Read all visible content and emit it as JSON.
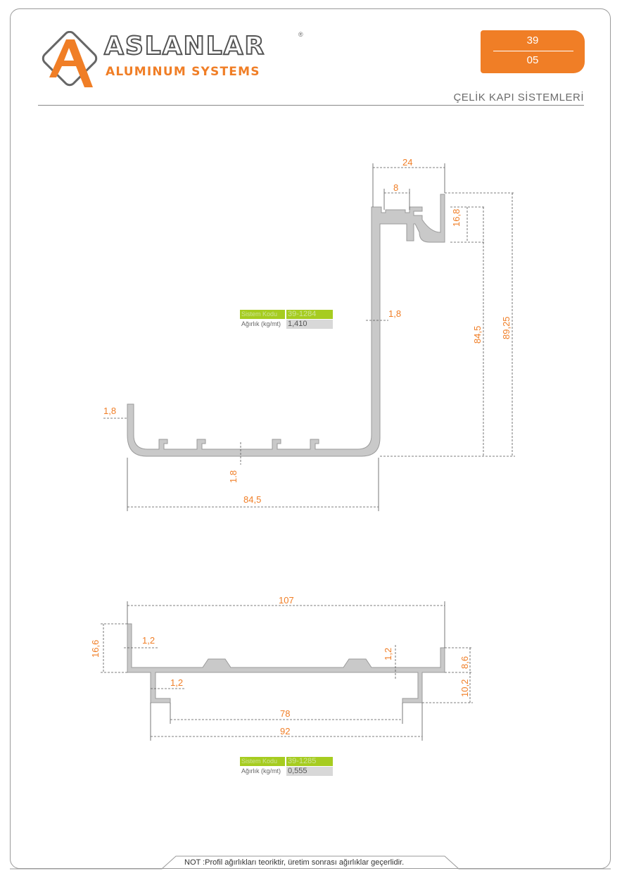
{
  "brand": {
    "name": "ASLANLAR",
    "subtitle": "ALUMINUM SYSTEMS",
    "reg_mark": "®"
  },
  "page_tab": {
    "top": "39",
    "bottom": "05",
    "color": "#f07e26"
  },
  "section_title": "ÇELİK KAPI SİSTEMLERİ",
  "profile_1": {
    "dims": {
      "width_top": "24",
      "slot": "8",
      "lip_height": "16,8",
      "wall_vertical": "1,8",
      "inner_height": "84,5",
      "total_height": "89,25",
      "lip_left": "1,8",
      "wall_bottom": "1.8",
      "width_bottom": "84,5"
    },
    "info": {
      "code_label": "Sistem Kodu",
      "code": "39-1284",
      "weight_label": "Ağırlık (kg/mt)",
      "weight": "1,410"
    }
  },
  "profile_2": {
    "dims": {
      "total_width": "107",
      "left_height": "16,6",
      "wall_top_left": "1,2",
      "wall_right": "1,2",
      "right_upper": "8,6",
      "wall_lower_left": "1,2",
      "right_lower": "10,2",
      "inner_width": "78",
      "outer_width": "92"
    },
    "info": {
      "code_label": "Sistem Kodu",
      "code": "39-1285",
      "weight_label": "Ağırlık (kg/mt)",
      "weight": "0,555"
    }
  },
  "footer": "NOT :Profil ağırlıkları teoriktir, üretim sonrası ağırlıklar geçerlidir."
}
